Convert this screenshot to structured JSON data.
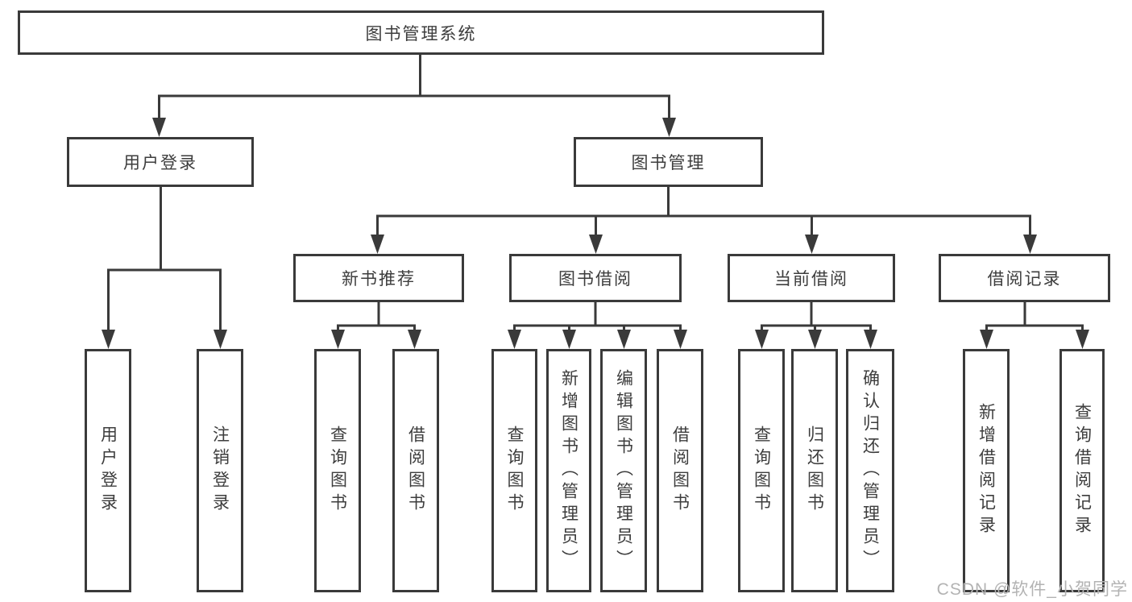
{
  "diagram": {
    "tree": {
      "label": "图书管理系统",
      "children": [
        {
          "label": "用户登录",
          "children": [
            {
              "label": "用户登录"
            },
            {
              "label": "注销登录"
            }
          ]
        },
        {
          "label": "图书管理",
          "children": [
            {
              "label": "新书推荐",
              "children": [
                {
                  "label": "查询图书"
                },
                {
                  "label": "借阅图书"
                }
              ]
            },
            {
              "label": "图书借阅",
              "children": [
                {
                  "label": "查询图书"
                },
                {
                  "label": "新增图书（管理员）"
                },
                {
                  "label": "编辑图书（管理员）"
                },
                {
                  "label": "借阅图书"
                }
              ]
            },
            {
              "label": "当前借阅",
              "children": [
                {
                  "label": "查询图书"
                },
                {
                  "label": "归还图书"
                },
                {
                  "label": "确认归还（管理员）"
                }
              ]
            },
            {
              "label": "借阅记录",
              "children": [
                {
                  "label": "新增借阅记录"
                },
                {
                  "label": "查询借阅记录"
                }
              ]
            }
          ]
        }
      ]
    }
  },
  "watermark": {
    "text": "CSDN @软件_小贺同学"
  },
  "colors": {
    "line": "#3a3a3a",
    "text": "#3d3d3d",
    "watermark": "#b3b3b3",
    "background": "#ffffff"
  }
}
